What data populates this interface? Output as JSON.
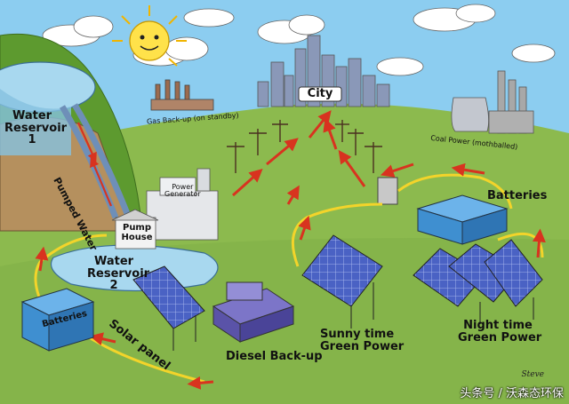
{
  "labels": {
    "water_reservoir_1": "Water\nReservoir\n1",
    "pumped_water": "Pumped Water",
    "city": "City",
    "gas_backup": "Gas Back-up (on standby)",
    "coal_power": "Coal Power (mothballed)",
    "power_generator": "Power\nGenerator",
    "pump_house": "Pump\nHouse",
    "water_reservoir_2": "Water\nReservoir\n2",
    "batteries_left": "Batteries",
    "batteries_right": "Batteries",
    "solar_panel": "Solar panel",
    "diesel_backup": "Diesel Back-up",
    "sunny_time": "Sunny time\nGreen Power",
    "night_time": "Night time\nGreen Power"
  },
  "signature": "Steve",
  "watermark": "头条号 / 沃森态环保",
  "colors": {
    "sky": "#8ccdf0",
    "ground": "#8cba4e",
    "water": "#a8d8ef",
    "arrow": "#d8331f",
    "cable": "#f3d42a",
    "battery": "#3f8fd0",
    "solar": "#4a62c4"
  }
}
